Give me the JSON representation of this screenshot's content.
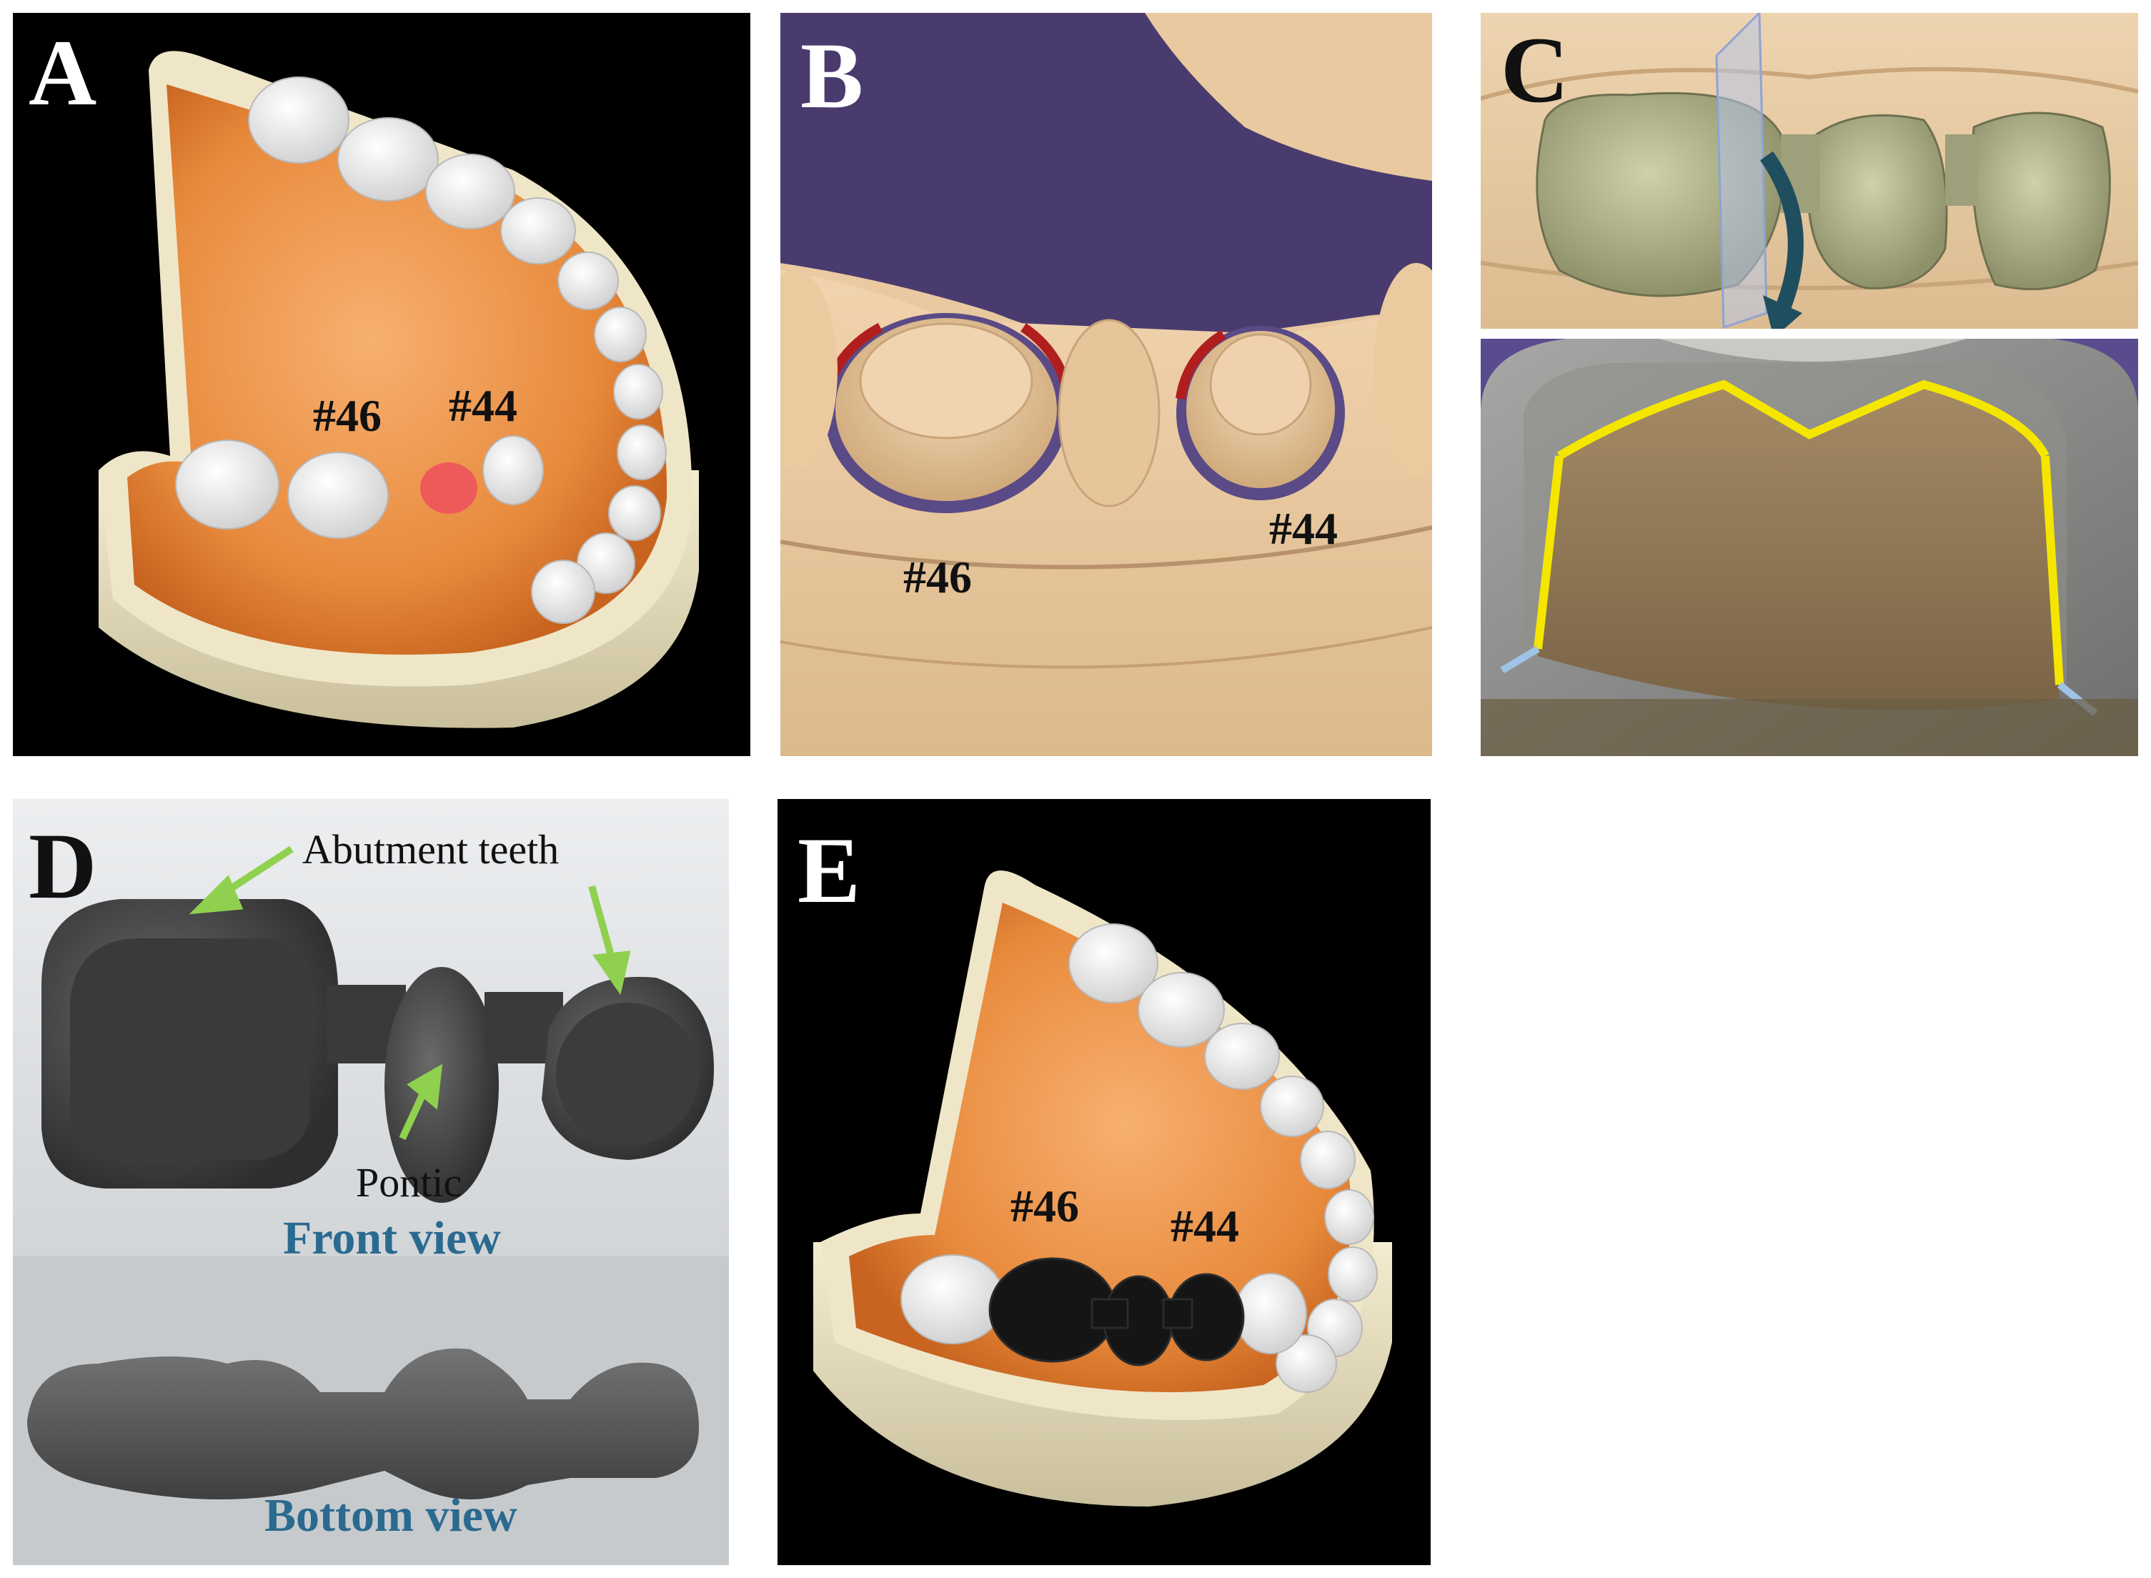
{
  "panels": {
    "a": {
      "letter": "A",
      "labels": {
        "t46": "#46",
        "t44": "#44"
      }
    },
    "b": {
      "letter": "B",
      "labels": {
        "t46": "#46",
        "t44": "#44"
      }
    },
    "c": {
      "letter": "C"
    },
    "d": {
      "letter": "D",
      "annotations": {
        "abutment": "Abutment teeth",
        "pontic": "Pontic"
      },
      "views": {
        "front": "Front view",
        "bottom": "Bottom view"
      }
    },
    "e": {
      "letter": "E",
      "labels": {
        "t46": "#46",
        "t44": "#44"
      }
    }
  },
  "colors": {
    "arrow_green": "#8fd14f",
    "view_label_blue": "#2b6a8f",
    "margin_yellow": "#f5e600",
    "scan_purple": "#4a3b6e",
    "curve_arrow": "#1f4e5f"
  }
}
